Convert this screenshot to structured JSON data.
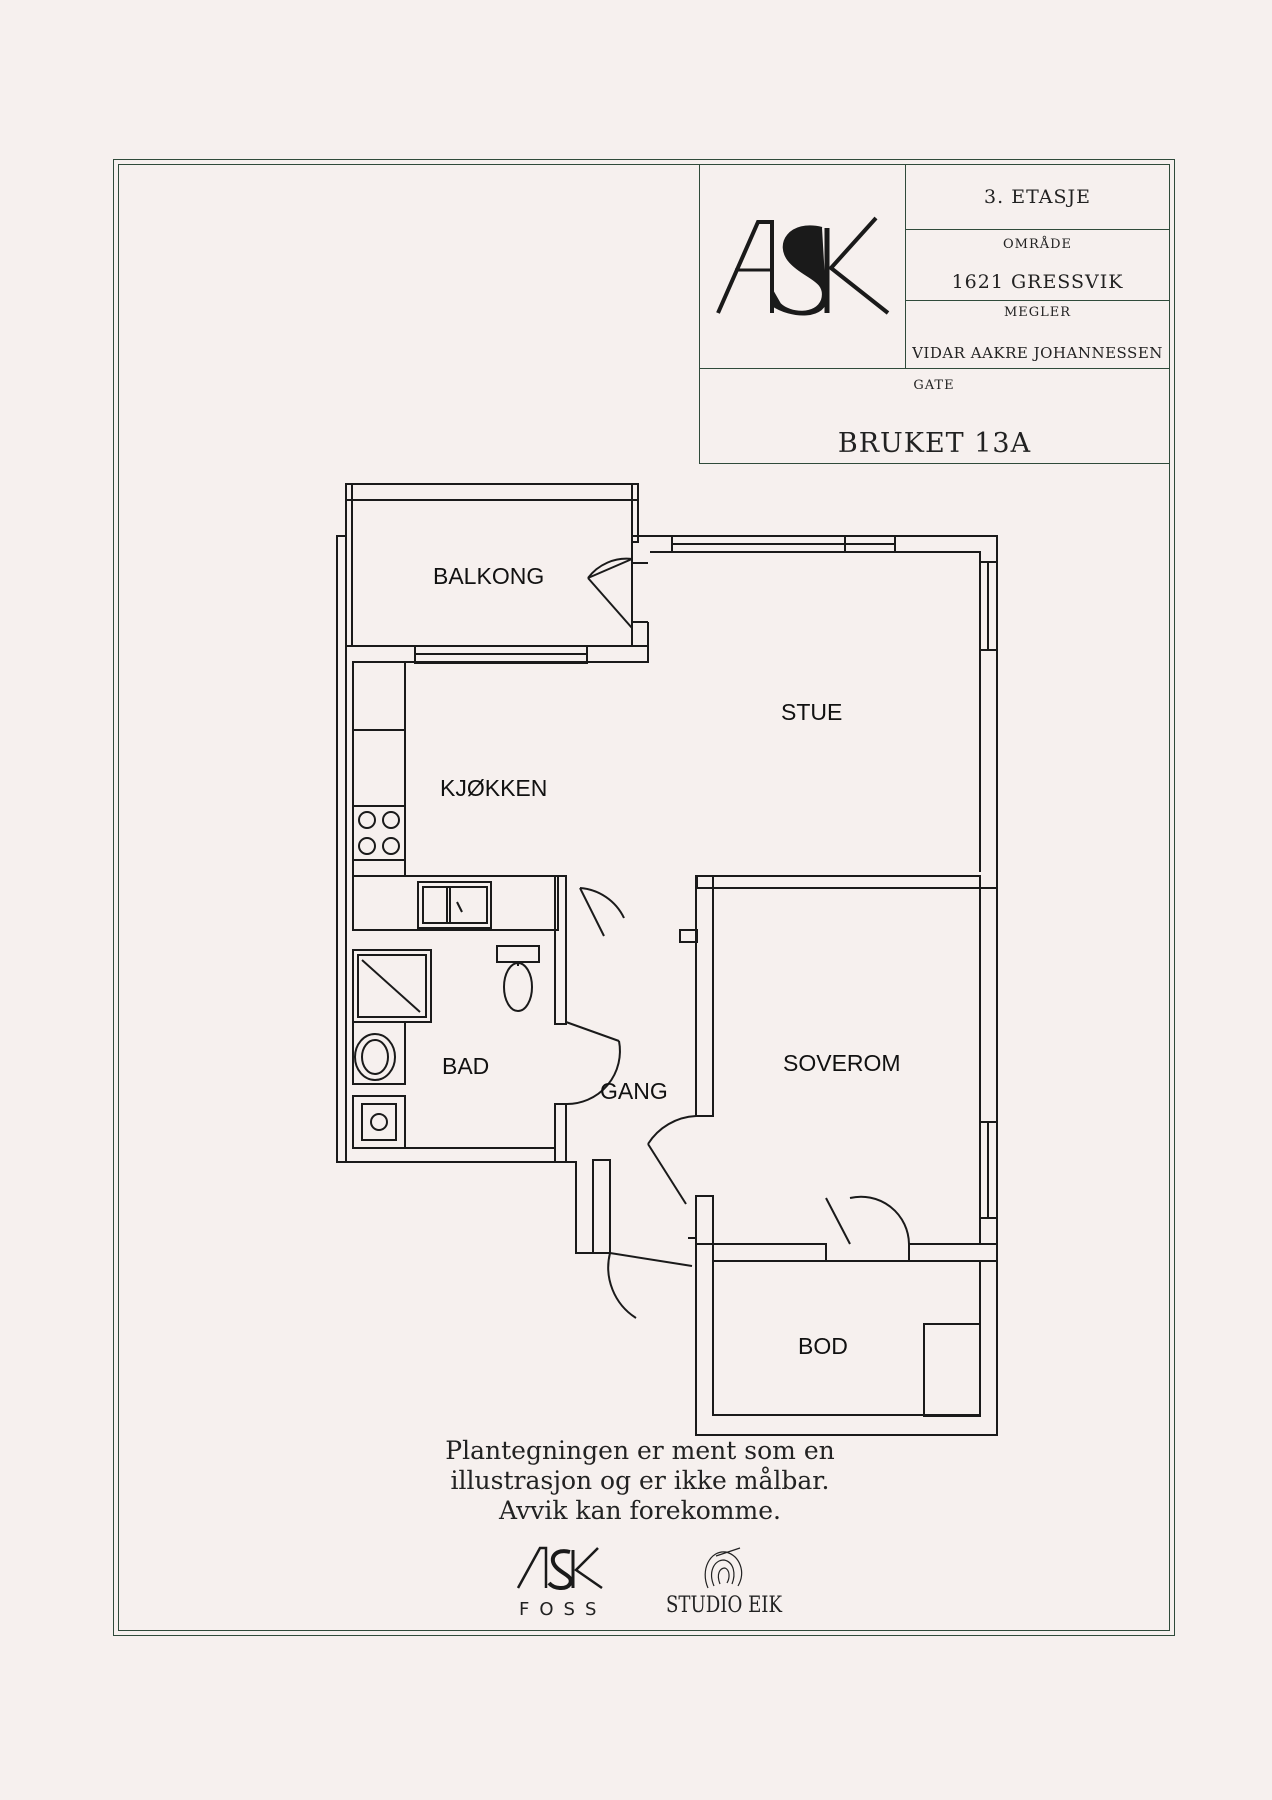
{
  "title_block": {
    "floor": "3. ETASJE",
    "area_label": "OMRÅDE",
    "area_value": "1621 GRESSVIK",
    "broker_label": "MEGLER",
    "broker_value": "VIDAR AAKRE JOHANNESSEN",
    "street_label": "GATE",
    "street_value": "BRUKET 13A",
    "logo_text": "ASK"
  },
  "rooms": {
    "balkong": "BALKONG",
    "stue": "STUE",
    "kjokken": "KJØKKEN",
    "bad": "BAD",
    "gang": "GANG",
    "soverom": "SOVEROM",
    "bod": "BOD"
  },
  "disclaimer": {
    "line1": "Plantegningen er ment som en",
    "line2": "illustrasjon og er ikke målbar.",
    "line3": "Avvik kan forekomme."
  },
  "footer": {
    "ask_logo": "ASK",
    "ask_sub": "FOSS",
    "studio": "STUDIO EIK"
  },
  "colors": {
    "background": "#f6f0ee",
    "frame": "#2f4a3a",
    "ink": "#222222"
  }
}
